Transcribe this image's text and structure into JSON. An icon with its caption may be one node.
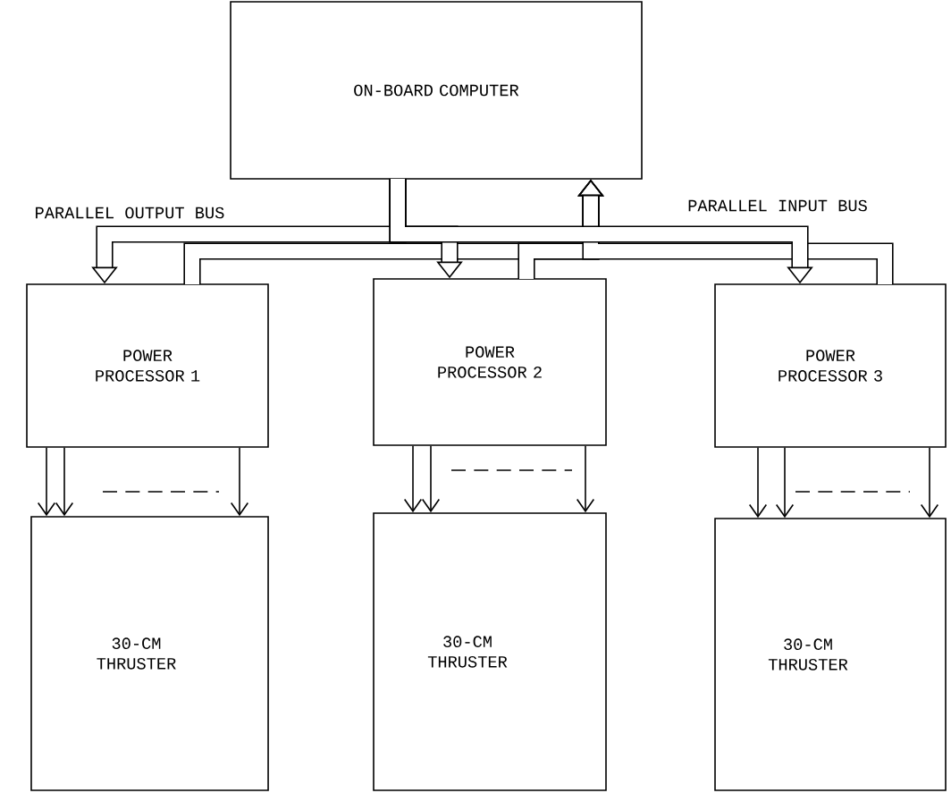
{
  "diagram": {
    "nodes": [
      {
        "text": [
          "ON-BOARD COMPUTER"
        ]
      },
      {
        "text": [
          "POWER PROCESSOR 1"
        ]
      },
      {
        "text": [
          "POWER PROCESSOR 2"
        ]
      },
      {
        "text": [
          "POWER PROCESSOR 3"
        ]
      },
      {
        "text": [
          "30-CM THRUSTER"
        ]
      },
      {
        "text": [
          "30-CM THRUSTER"
        ]
      },
      {
        "text": [
          "30-CM THRUSTER"
        ]
      }
    ],
    "edges": [
      {
        "from": 0,
        "to": 1,
        "arrow": "to",
        "style": "thick"
      },
      {
        "from": 0,
        "to": 2,
        "arrow": "to",
        "style": "thick"
      },
      {
        "from": 0,
        "to": 3,
        "arrow": "to",
        "style": "thick"
      },
      {
        "from": 1,
        "to": 0,
        "arrow": "to",
        "style": "thick"
      },
      {
        "from": 2,
        "to": 0,
        "arrow": "to",
        "style": "thick"
      },
      {
        "from": 3,
        "to": 0,
        "arrow": "to",
        "style": "thick"
      },
      {
        "from": 1,
        "to": 4,
        "arrow": "to"
      },
      {
        "from": 1,
        "to": 4,
        "arrow": "to"
      },
      {
        "from": 1,
        "to": 4,
        "arrow": "to"
      },
      {
        "from": 2,
        "to": 5,
        "arrow": "to"
      },
      {
        "from": 2,
        "to": 5,
        "arrow": "to"
      },
      {
        "from": 2,
        "to": 5,
        "arrow": "to"
      },
      {
        "from": 3,
        "to": 6,
        "arrow": "to"
      },
      {
        "from": 3,
        "to": 6,
        "arrow": "to"
      },
      {
        "from": 3,
        "to": 6,
        "arrow": "to"
      }
    ],
    "labels": [
      "PARALLEL OUTPUT BUS",
      "PARALLEL INPUT BUS"
    ]
  }
}
